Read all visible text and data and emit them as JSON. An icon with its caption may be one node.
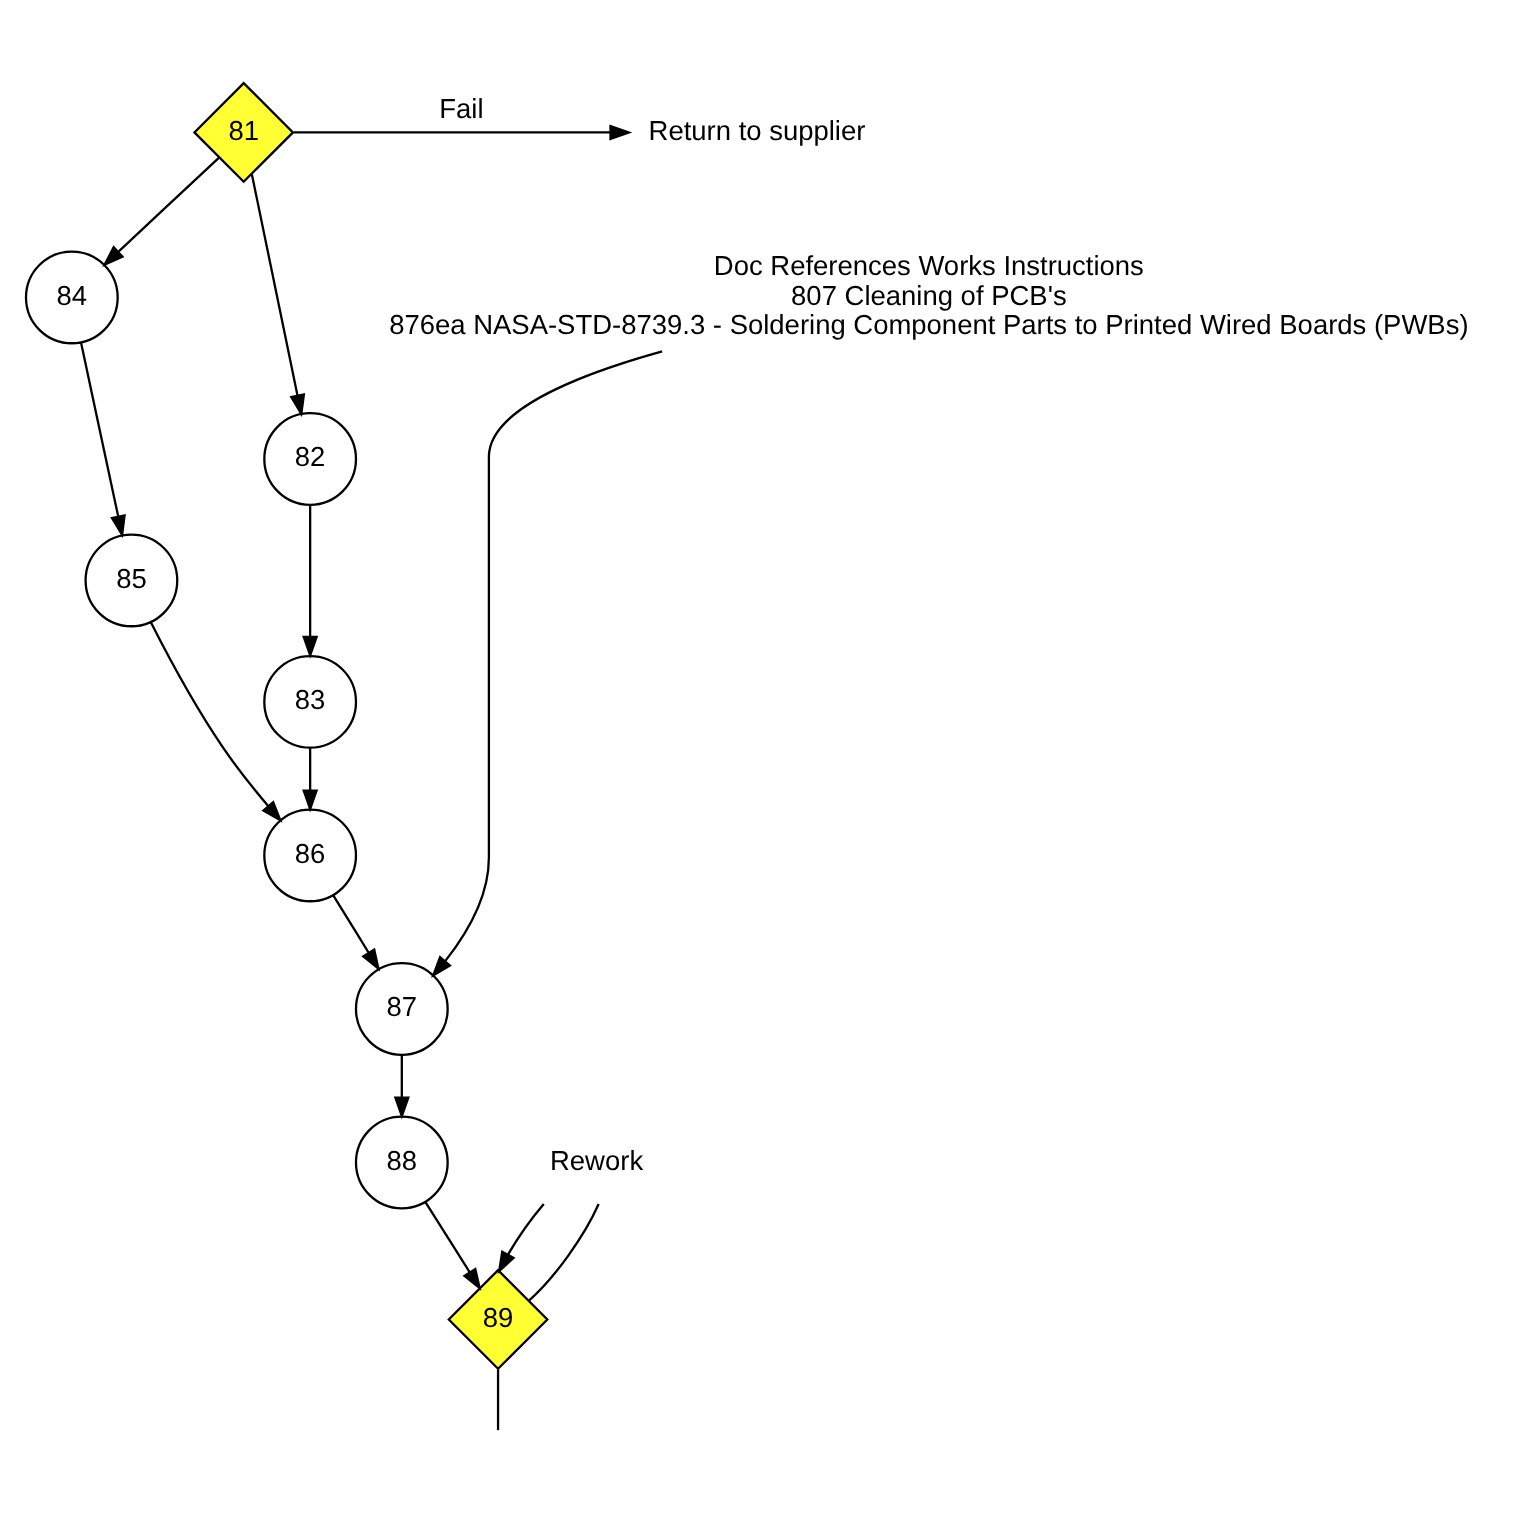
{
  "diagram": {
    "nodes": [
      {
        "text": [
          "81"
        ]
      },
      {
        "text": [
          "Return to supplier"
        ]
      },
      {
        "text": [
          "Doc References Works Instructions",
          "807 Cleaning of PCB's",
          "876ea NASA-STD-8739.3 - Soldering Component Parts to Printed Wired Boards (PWBs)"
        ]
      },
      {
        "text": [
          "82"
        ]
      },
      {
        "text": [
          "84"
        ]
      },
      {
        "text": [
          "83"
        ]
      },
      {
        "text": [
          "85"
        ]
      },
      {
        "text": [
          "86"
        ]
      },
      {
        "text": [
          "87"
        ]
      },
      {
        "text": [
          "88"
        ]
      },
      {
        "text": [
          "Rework"
        ]
      },
      {
        "text": [
          "89"
        ]
      }
    ],
    "edges": [
      {
        "from": 0,
        "to": 1,
        "arrow": "to",
        "label": "Fail"
      },
      {
        "from": 0,
        "to": 3,
        "arrow": "to"
      },
      {
        "from": 0,
        "to": 4,
        "arrow": "to"
      },
      {
        "from": 3,
        "to": 5,
        "arrow": "to"
      },
      {
        "from": 4,
        "to": 6,
        "arrow": "to"
      },
      {
        "from": 5,
        "to": 7,
        "arrow": "to"
      },
      {
        "from": 6,
        "to": 7,
        "arrow": "to"
      },
      {
        "from": 7,
        "to": 8,
        "arrow": "to"
      },
      {
        "from": 2,
        "to": 8,
        "arrow": "to"
      },
      {
        "from": 8,
        "to": 9,
        "arrow": "to"
      },
      {
        "from": 9,
        "to": 11,
        "arrow": "to"
      },
      {
        "from": 11,
        "to": 10,
        "arrow": "none"
      },
      {
        "from": 10,
        "to": 11,
        "arrow": "to"
      },
      {
        "from": 11,
        "to": null,
        "arrow": "none"
      }
    ]
  }
}
